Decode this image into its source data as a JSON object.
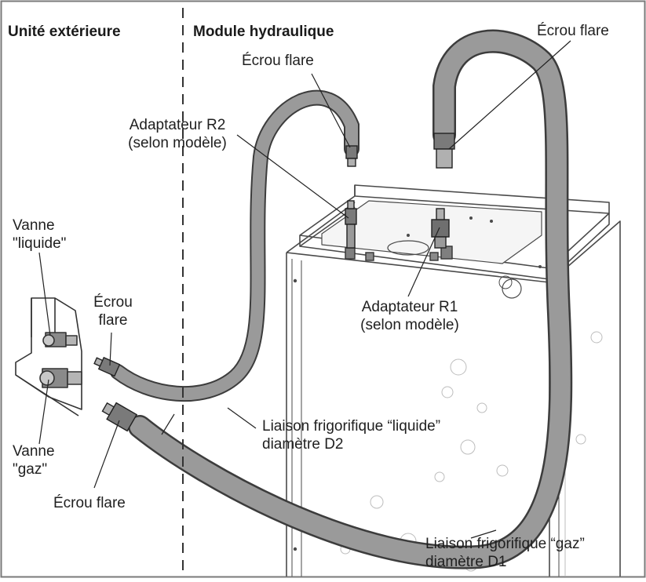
{
  "sections": {
    "outdoor_unit": "Unité extérieure",
    "hydraulic_module": "Module hydraulique"
  },
  "labels": {
    "flare_nut_top_left": "Écrou flare",
    "flare_nut_top_right": "Écrou flare",
    "adapter_r2_line1": "Adaptateur R2",
    "adapter_r2_line2": "(selon modèle)",
    "adapter_r1_line1": "Adaptateur R1",
    "adapter_r1_line2": "(selon modèle)",
    "liquid_valve_line1": "Vanne",
    "liquid_valve_line2": "\"liquide\"",
    "gas_valve_line1": "Vanne",
    "gas_valve_line2": "\"gaz\"",
    "flare_nut_left_line1": "Écrou",
    "flare_nut_left_line2": "flare",
    "flare_nut_bottom": "Écrou flare",
    "liquid_line_line1": "Liaison frigorifique “liquide”",
    "liquid_line_line2": "diamètre D2",
    "gas_line_line1": "Liaison frigorifique “gaz”",
    "gas_line_line2": "diamètre D1"
  },
  "colors": {
    "border": "#7a7a7a",
    "pipe_fill": "#9a9a9a",
    "pipe_outline": "#3c3c3c",
    "unit_line": "#4a4a4a",
    "label_text": "#1f1f1f"
  }
}
